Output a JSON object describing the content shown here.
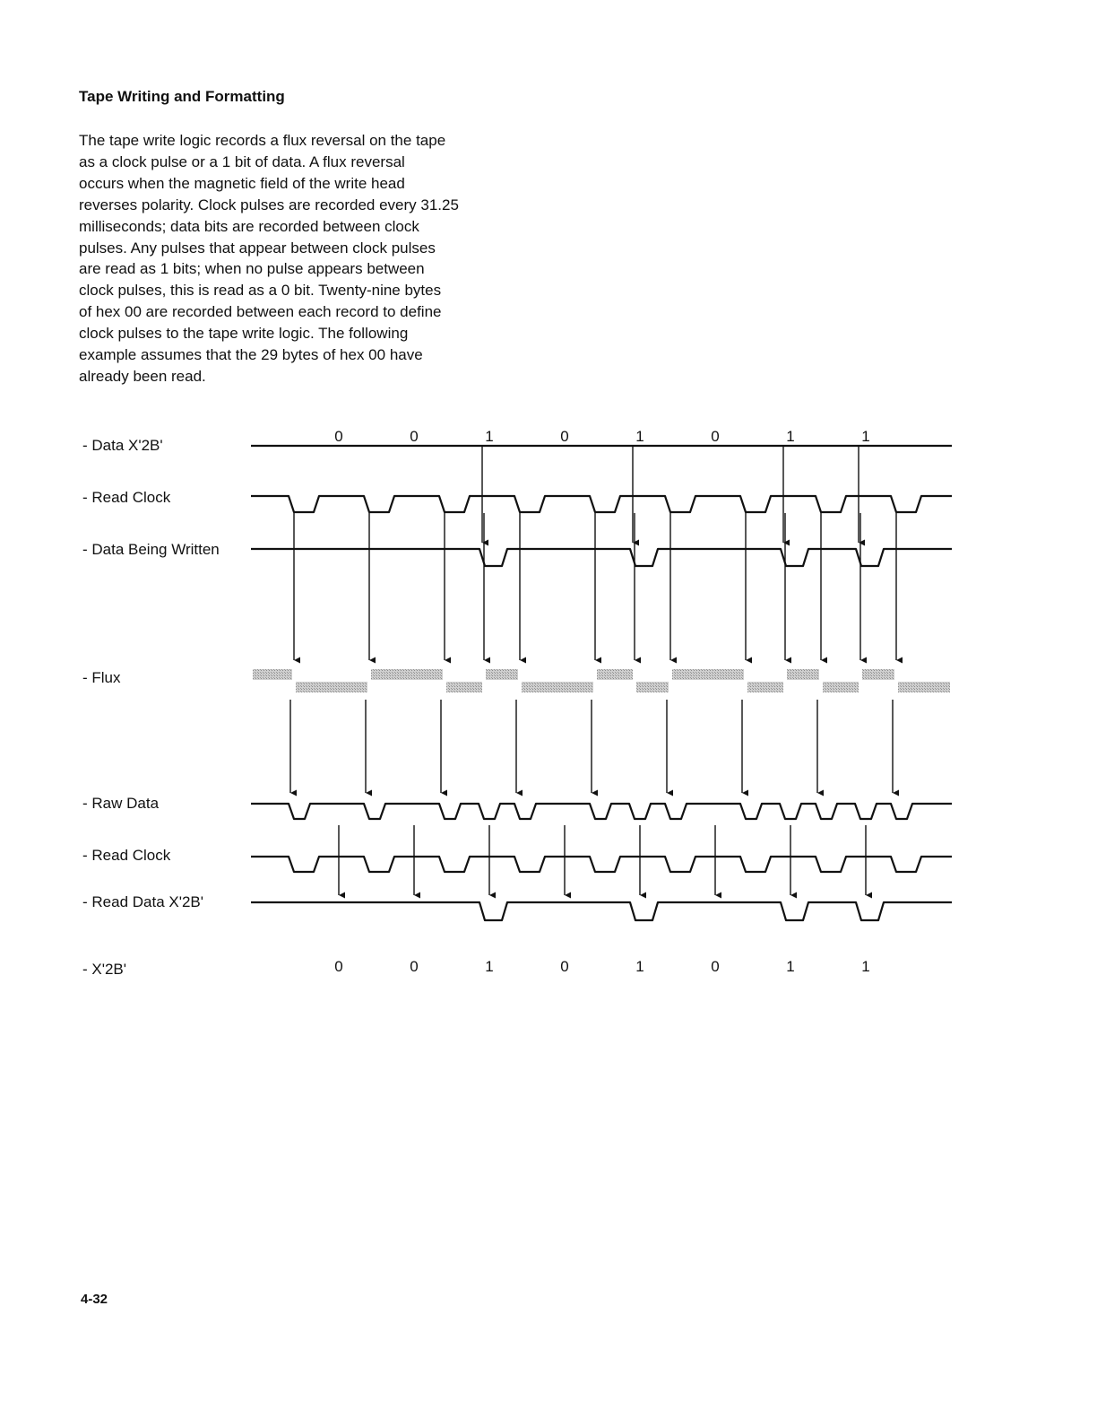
{
  "page": {
    "heading": "Tape Writing and Formatting",
    "body_text": "The tape write logic records a flux reversal on the tape\nas a clock pulse or a 1 bit of data.  A flux reversal\noccurs when the magnetic field of the write head\nreverses polarity.  Clock pulses are recorded every 31.25\nmilliseconds; data bits are recorded between clock\npulses.  Any pulses that appear between clock pulses\nare read as 1 bits; when no pulse appears between\nclock pulses, this is read as a 0 bit.  Twenty-nine bytes\nof hex 00 are recorded between each record to define\nclock pulses to the tape write logic.  The following\nexample assumes that the 29 bytes of hex 00 have\nalready been read.",
    "page_number": "4-32"
  },
  "diagram": {
    "labels": {
      "data": "- Data X'2B'",
      "read_clock_1": "- Read Clock",
      "data_being_written": "- Data Being Written",
      "flux": "- Flux",
      "raw_data": "- Raw Data",
      "read_clock_2": "- Read Clock",
      "read_data": "- Read Data X'2B'",
      "result": "- X'2B'"
    },
    "data_bits": [
      "0",
      "0",
      "1",
      "0",
      "1",
      "0",
      "1",
      "1"
    ],
    "result_bits": [
      "0",
      "0",
      "1",
      "0",
      "1",
      "0",
      "1",
      "1"
    ]
  }
}
